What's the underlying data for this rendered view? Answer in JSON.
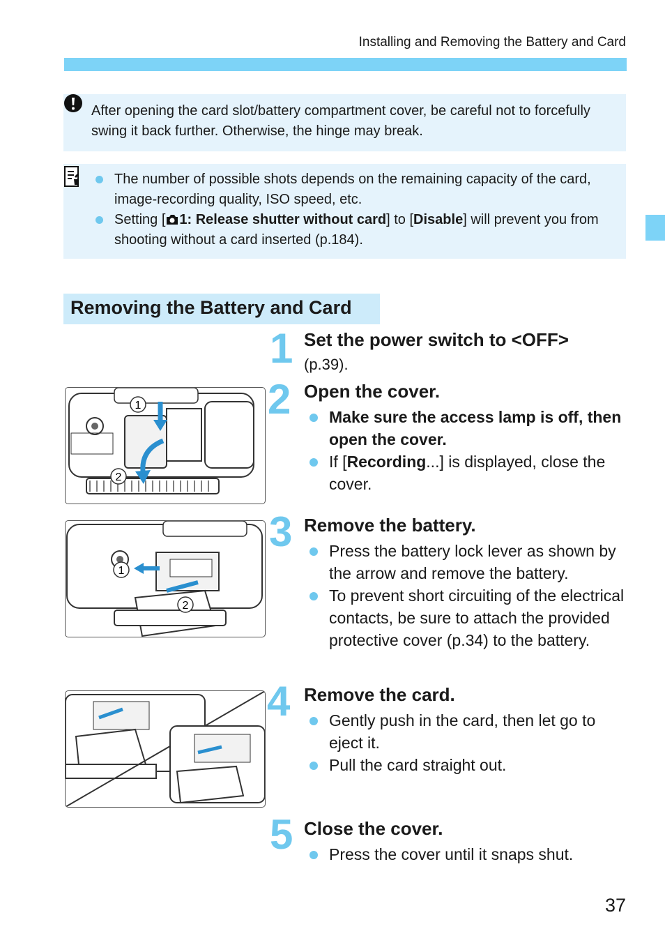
{
  "header": {
    "running_title": "Installing and Removing the Battery and Card"
  },
  "caution": {
    "icon": "caution-icon",
    "text": "After opening the card slot/battery compartment cover, be careful not to forcefully swing it back further. Otherwise, the hinge may break."
  },
  "note": {
    "icon": "note-icon",
    "item1": "The number of possible shots depends on the remaining capacity of the card, image-recording quality, ISO speed, etc.",
    "item2": {
      "pre": "Setting [",
      "bold1": "1: Release shutter without card",
      "mid": "] to [",
      "bold2": "Disable",
      "post": "] will prevent you from shooting without a card inserted (p.184)."
    }
  },
  "section_heading": "Removing the Battery and Card",
  "steps": [
    {
      "num": "1",
      "title": "Set the power switch to <OFF>",
      "ref": "(p.39)."
    },
    {
      "num": "2",
      "title": "Open the cover.",
      "bullet1_bold": "Make sure the access lamp is off, then open the cover.",
      "bullet2_pre": "If [",
      "bullet2_bold": "Recording",
      "bullet2_post": "...] is displayed, close the cover.",
      "callout1": "1",
      "callout2": "2"
    },
    {
      "num": "3",
      "title": "Remove the battery.",
      "bullet1": "Press the battery lock lever as shown by the arrow and remove the battery.",
      "bullet2": "To prevent short circuiting of the electrical contacts, be sure to attach the provided protective cover (p.34) to the battery.",
      "callout1": "1",
      "callout2": "2"
    },
    {
      "num": "4",
      "title": "Remove the card.",
      "bullet1": "Gently push in the card, then let go to eject it.",
      "bullet2": "Pull the card straight out."
    },
    {
      "num": "5",
      "title": "Close the cover.",
      "bullet1": "Press the cover until it snaps shut."
    }
  ],
  "page_number": "37",
  "colors": {
    "accent": "#7dd3f7",
    "box_bg": "#e5f3fc",
    "heading_bg": "#cdebfa",
    "step_number": "#6fc8ee"
  }
}
